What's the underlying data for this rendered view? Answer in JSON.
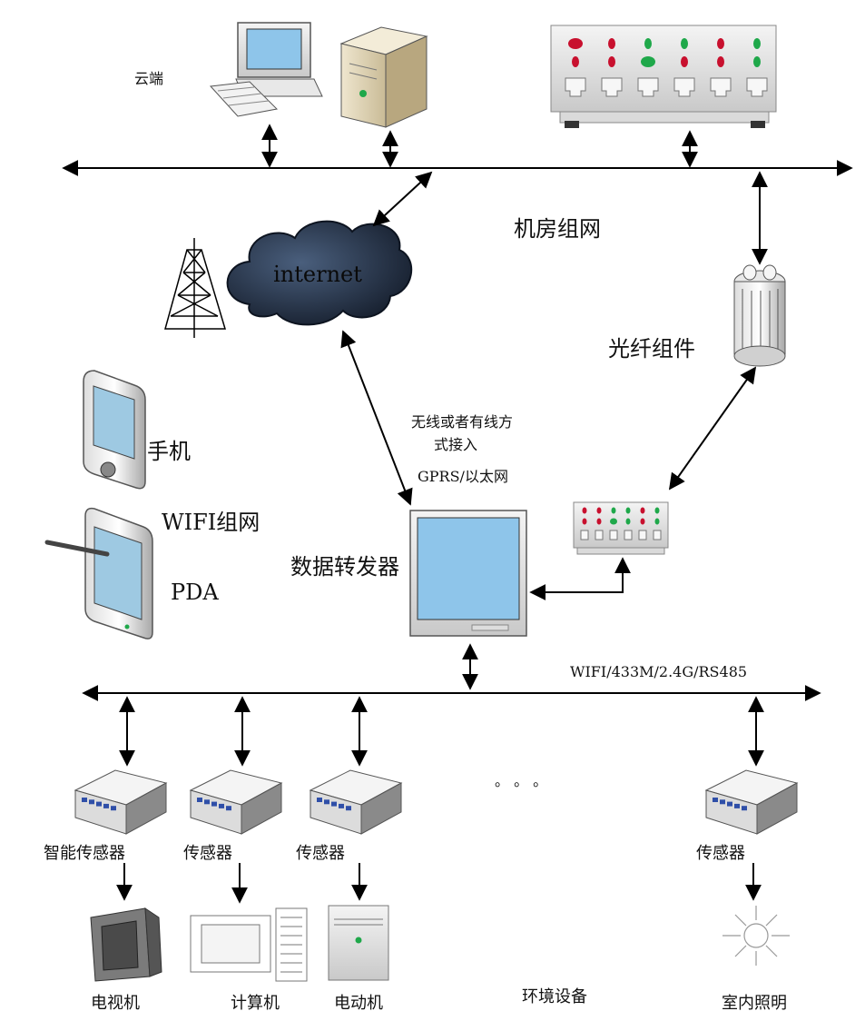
{
  "labels": {
    "cloud": "云端",
    "room_network": "机房组网",
    "internet": "internet",
    "fiber": "光纤组件",
    "access_line1": "无线或者有线方",
    "access_line2": "式接入",
    "gprs": "GPRS/以太网",
    "phone": "手机",
    "wifi_net": "WIFI组网",
    "pda": "PDA",
    "forwarder": "数据转发器",
    "bus_protocols": "WIFI/433M/2.4G/RS485",
    "ellipsis": "。  。  。",
    "smart_sensor": "智能传感器",
    "sensor_2": "传感器",
    "sensor_3": "传感器",
    "sensor_5": "传感器",
    "tv": "电视机",
    "computer": "计算机",
    "motor": "电动机",
    "env_device": "环境设备",
    "lighting": "室内照明"
  },
  "icons": {
    "desktop": "desktop-computer-icon",
    "server": "server-tower-icon",
    "switch_panel": "network-switch-icon",
    "cloud": "cloud-icon",
    "tower": "radio-tower-icon",
    "fiber": "fiber-canister-icon",
    "phone": "smartphone-icon",
    "pda": "pda-icon",
    "monitor": "monitor-icon",
    "router": "router-icon",
    "tv": "tv-icon",
    "computer": "computer-icon",
    "motor": "motor-icon",
    "light": "light-icon"
  },
  "colors": {
    "cloud_fill": "#1f2f45",
    "screen_fill": "#8ec5ea",
    "led_red": "#c8102e",
    "led_green": "#1fa84a",
    "router_blue": "#2f4fa8"
  }
}
